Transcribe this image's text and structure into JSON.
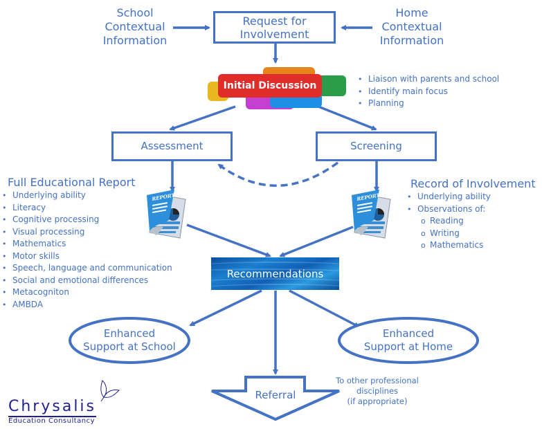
{
  "top": {
    "school_context": [
      "School",
      "Contextual",
      "Information"
    ],
    "home_context": [
      "Home",
      "Contextual",
      "Information"
    ],
    "request": [
      "Request for",
      "Involvement"
    ]
  },
  "initial_discussion": {
    "label": "Initial Discussion",
    "bullets": [
      "Liaison with parents and school",
      "Identify main focus",
      "Planning"
    ]
  },
  "assessment": {
    "label": "Assessment"
  },
  "screening": {
    "label": "Screening"
  },
  "full_report": {
    "heading": "Full Educational Report",
    "items": [
      "Underlying ability",
      "Literacy",
      "Cognitive processing",
      "Visual processing",
      "Mathematics",
      "Motor skills",
      "Speech, language and communication",
      "Social and emotional differences",
      "Metacogniton",
      "AMBDA"
    ]
  },
  "record": {
    "heading": "Record of Involvement",
    "items": [
      "Underlying ability",
      "Observations of:"
    ],
    "sub_items": [
      "Reading",
      "Writing",
      "Mathematics"
    ]
  },
  "report_icon_label": "REPORT",
  "recommendations": {
    "label": "Recommendations"
  },
  "support_school": [
    "Enhanced",
    "Support at School"
  ],
  "support_home": [
    "Enhanced",
    "Support at Home"
  ],
  "referral": {
    "label": "Referral",
    "note": [
      "To other professional",
      "disciplines",
      "(if appropriate)"
    ]
  },
  "logo": {
    "name": "Chrysalis",
    "tagline": "Education Consultancy"
  },
  "colors": {
    "accent": "#4472C4",
    "logo": "#1f1f8f"
  }
}
